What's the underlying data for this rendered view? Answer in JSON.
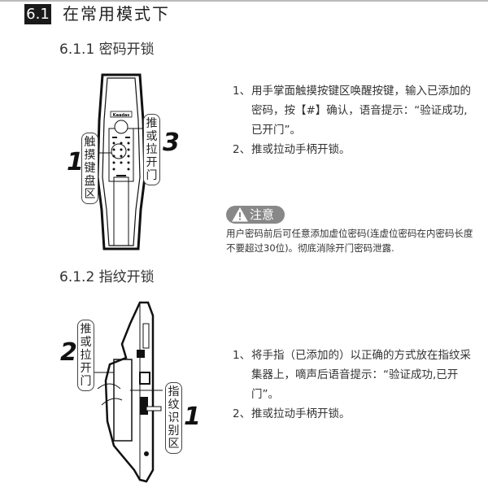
{
  "section": {
    "number": "6.1",
    "title": "在常用模式下"
  },
  "password_unlock": {
    "heading": "6.1.1 密码开锁",
    "figure_labels": {
      "touch_keypad": "触摸键盘区",
      "touch_keypad_step": "1",
      "push_pull": "推或拉开门",
      "push_pull_step": "3",
      "brand_logo": "Kaadas"
    },
    "steps": [
      {
        "num": "1、",
        "text": "用手掌面触摸按键区唤醒按键，输入已添加的密码，按【#】确认，语音提示：“验证成功,已开门”。"
      },
      {
        "num": "2、",
        "text": "推或拉动手柄开锁。"
      }
    ],
    "caution": {
      "icon": "warning-triangle-icon",
      "label": "注意",
      "text": "用户密码前后可任意添加虚位密码(连虚位密码在内密码长度不要超过30位)。彻底消除开门密码泄露."
    }
  },
  "fingerprint_unlock": {
    "heading": "6.1.2 指纹开锁",
    "figure_labels": {
      "push_pull": "推或拉开门",
      "push_pull_step": "2",
      "fingerprint": "指纹识别区",
      "fingerprint_step": "1"
    },
    "steps": [
      {
        "num": "1、",
        "text": "将手指（已添加的）以正确的方式放在指纹采集器上，嘀声后语音提示：“验证成功,已开门”。"
      },
      {
        "num": "2、",
        "text": "推或拉动手柄开锁。"
      }
    ]
  }
}
